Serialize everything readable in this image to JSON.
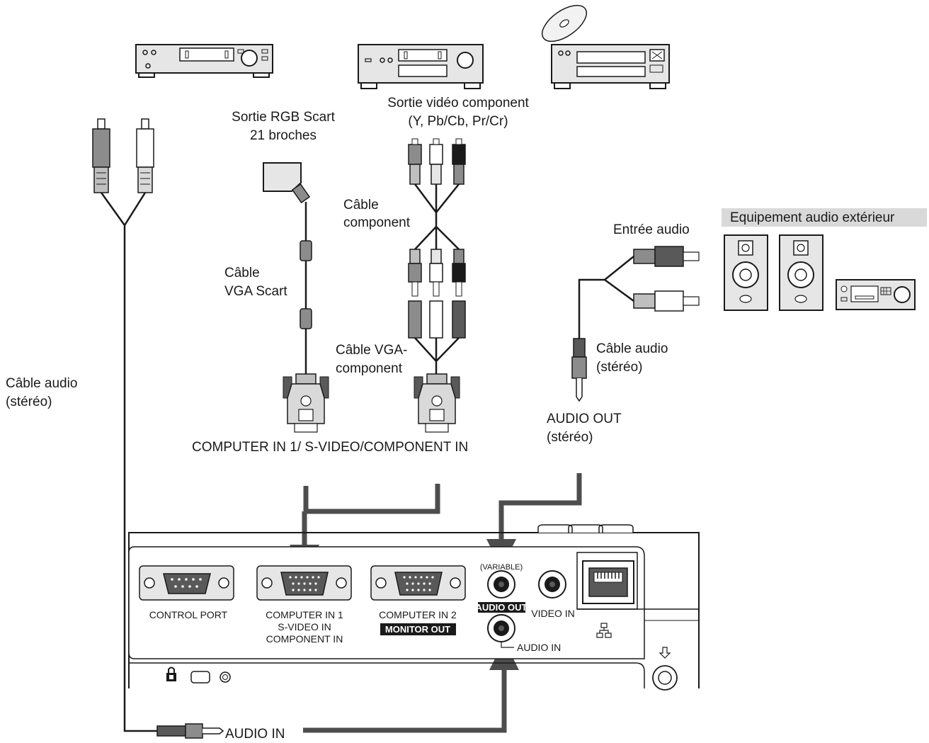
{
  "labels": {
    "scart_out_line1": "Sortie RGB Scart",
    "scart_out_line2": "21 broches",
    "component_out_line1": "Sortie vidéo component",
    "component_out_line2": "(Y, Pb/Cb, Pr/Cr)",
    "component_cable_line1": "Câble",
    "component_cable_line2": "component",
    "vga_scart_cable_line1": "Câble",
    "vga_scart_cable_line2": "VGA Scart",
    "vga_component_cable_line1": "Câble VGA-",
    "vga_component_cable_line2": "component",
    "audio_cable_left_line1": "Câble audio",
    "audio_cable_left_line2": "(stéréo)",
    "computer_in_title": "COMPUTER IN 1/ S-VIDEO/COMPONENT IN",
    "audio_input": "Entrée audio",
    "external_audio": "Equipement audio extérieur",
    "audio_cable_right_line1": "Câble audio",
    "audio_cable_right_line2": "(stéréo)",
    "audio_out_line1": "AUDIO OUT",
    "audio_out_line2": "(stéréo)",
    "audio_in_bottom": "AUDIO IN"
  },
  "panel": {
    "control_port": "CONTROL PORT",
    "computer_in_1_line1": "COMPUTER IN 1",
    "computer_in_1_line2": "S-VIDEO IN",
    "computer_in_1_line3": "COMPONENT IN",
    "computer_in_2": "COMPUTER IN 2",
    "monitor_out": "MONITOR OUT",
    "variable": "(VARIABLE)",
    "audio_out": "AUDIO OUT",
    "video_in": "VIDEO IN",
    "audio_in": "AUDIO IN"
  },
  "colors": {
    "line": "#1a1a1a",
    "arrow": "#4d4d4d",
    "device_fill": "#e6e6e6",
    "plug_grey": "#8c8c8c",
    "plug_dark": "#2a2a2a",
    "banner": "#d9d9d9"
  }
}
